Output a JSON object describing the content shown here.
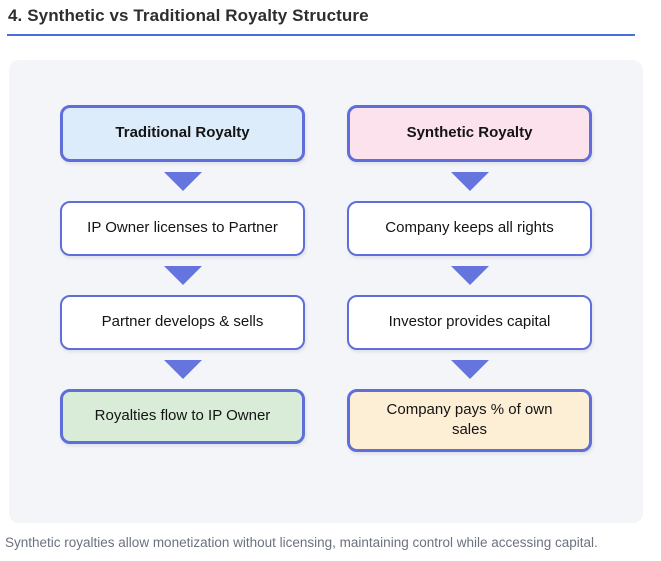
{
  "page": {
    "title": "4. Synthetic vs Traditional Royalty Structure",
    "caption": "Synthetic royalties allow monetization without licensing, maintaining control while accessing capital."
  },
  "colors": {
    "accent_line": "#4a6fdb",
    "box_border": "#5f6ed8",
    "arrow": "#6575dd",
    "panel_background": "#f4f5f8",
    "traditional_header_fill": "#dcecfb",
    "synthetic_header_fill": "#fbe2ec",
    "traditional_outcome_fill": "#d8ecd8",
    "synthetic_outcome_fill": "#fdeed6"
  },
  "diagram": {
    "columns": [
      {
        "id": "traditional",
        "header": "Traditional Royalty",
        "steps": [
          "IP Owner licenses to Partner",
          "Partner develops & sells"
        ],
        "outcome": "Royalties flow to IP Owner"
      },
      {
        "id": "synthetic",
        "header": "Synthetic Royalty",
        "steps": [
          "Company keeps all rights",
          "Investor provides capital"
        ],
        "outcome": "Company pays % of own\nsales"
      }
    ]
  }
}
